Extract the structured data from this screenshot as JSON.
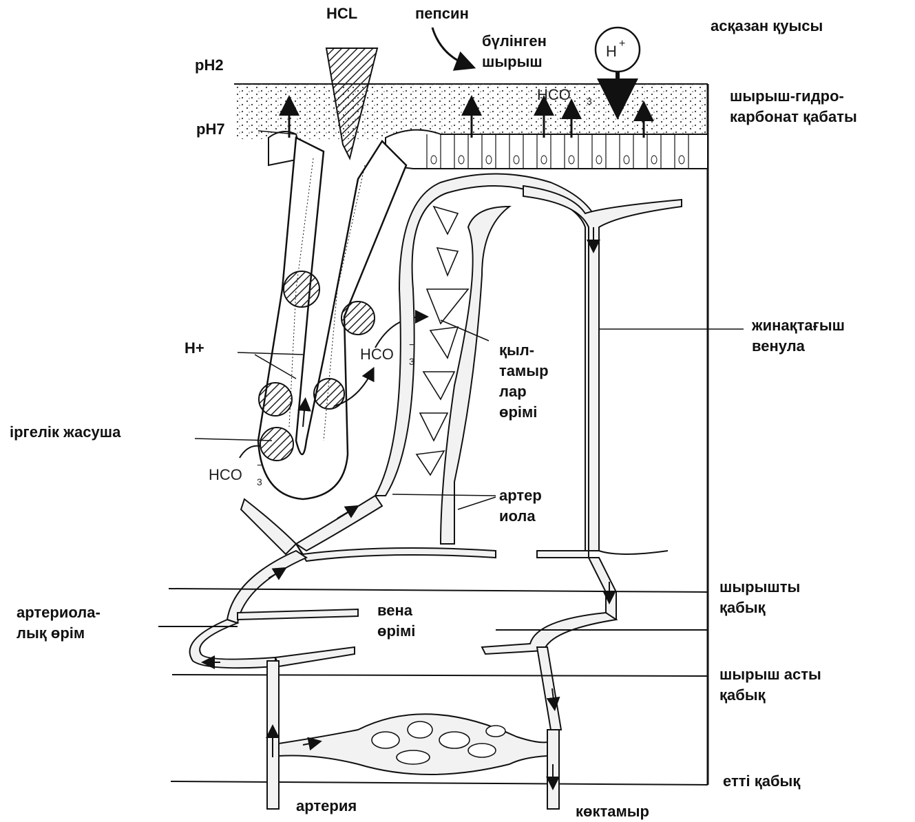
{
  "labels": {
    "hcl": "HCL",
    "pepsin": "пепсин",
    "stomach_cavity": "асқазан қуысы",
    "split_mucus": [
      "бүлінген",
      "шырыш"
    ],
    "ph2": "pH2",
    "ph7": "pH7",
    "mucus_bicarbonate_layer": [
      "шырыш-гидро-",
      "карбонат қабаты"
    ],
    "h_plus_gland": "H+",
    "parietal_cell": "іргелік жасуша",
    "capillary_network": [
      "қыл-",
      "тамыр",
      "лар",
      "өрімі"
    ],
    "collecting_venule": [
      "жинақтағыш",
      "венула"
    ],
    "arteriole": [
      "артер",
      "иола"
    ],
    "arteriolar_plexus": [
      "артериола-",
      "лық өрім"
    ],
    "venous_plexus": [
      "вена",
      "өрімі"
    ],
    "mucosa": [
      "шырышты",
      "қабық"
    ],
    "submucosa": [
      "шырыш асты",
      "қабық"
    ],
    "muscularis": "етті қабық",
    "artery": "артерия",
    "vein": "көктамыр"
  },
  "chem": {
    "h_plus_bubble": "H",
    "h_plus_sup": "+",
    "hco3_main": "HCO",
    "hco3_sub": "3",
    "hco3_sup": "−"
  },
  "colors": {
    "ink": "#1a1a1a",
    "vessel_fill": "#f2f2f2",
    "mucus_dots": "#333333"
  }
}
